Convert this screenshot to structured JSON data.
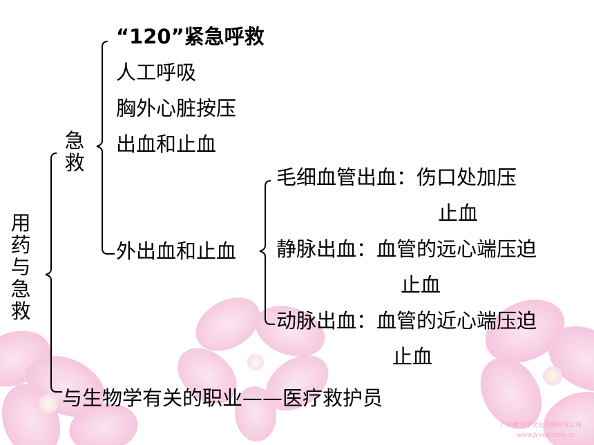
{
  "root": {
    "label": "用药与急救"
  },
  "emergency": {
    "label": "急救"
  },
  "emergency_items": [
    "“120”紧急呼救",
    "人工呼吸",
    "胸外心脏按压",
    "出血和止血"
  ],
  "external_bleeding": {
    "label": "外出血和止血"
  },
  "bleeding_types": [
    {
      "line1": "毛细血管出血：伤口处加压",
      "line2": "止血"
    },
    {
      "line1": "静脉出血：血管的远心端压迫",
      "line2": "止血"
    },
    {
      "line1": "动脉出血：血管的近心端压迫",
      "line2": "止血"
    }
  ],
  "career": "与生物学有关的职业——医疗救护员",
  "watermark": {
    "line1": "广州教与学文化传播有限公司",
    "line2": "www.jyxue.com.cn"
  },
  "colors": {
    "text": "#000000",
    "petal": "#f6c3dc",
    "petal_deep": "#ee9fc6",
    "watermark": "#f3a9c9"
  }
}
